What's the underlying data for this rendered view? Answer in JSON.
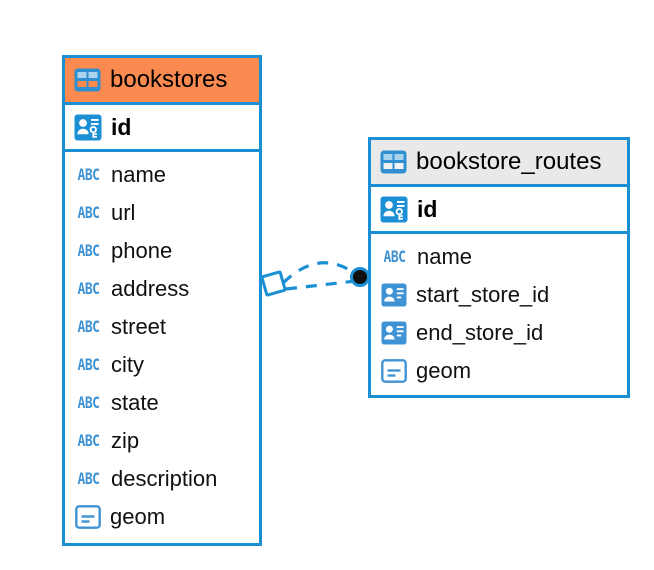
{
  "diagram": {
    "type": "entity-relationship-diagram",
    "background_color": "#ffffff",
    "accent_color": "#1a8fd4",
    "highlight_color": "#fb8a50",
    "header_grey": "#e9e9e9"
  },
  "entities": [
    {
      "name": "bookstores",
      "header_style": "accent-orange",
      "table_icon": "table-icon",
      "primary_key": {
        "label": "id",
        "icon": "primary-key-icon"
      },
      "fields": [
        {
          "label": "name",
          "icon": "text-type-icon",
          "type_glyph": "ABC"
        },
        {
          "label": "url",
          "icon": "text-type-icon",
          "type_glyph": "ABC"
        },
        {
          "label": "phone",
          "icon": "text-type-icon",
          "type_glyph": "ABC"
        },
        {
          "label": "address",
          "icon": "text-type-icon",
          "type_glyph": "ABC"
        },
        {
          "label": "street",
          "icon": "text-type-icon",
          "type_glyph": "ABC"
        },
        {
          "label": "city",
          "icon": "text-type-icon",
          "type_glyph": "ABC"
        },
        {
          "label": "state",
          "icon": "text-type-icon",
          "type_glyph": "ABC"
        },
        {
          "label": "zip",
          "icon": "text-type-icon",
          "type_glyph": "ABC"
        },
        {
          "label": "description",
          "icon": "text-type-icon",
          "type_glyph": "ABC"
        },
        {
          "label": "geom",
          "icon": "geometry-type-icon",
          "type_glyph": ""
        }
      ]
    },
    {
      "name": "bookstore_routes",
      "header_style": "accent-grey",
      "table_icon": "table-icon",
      "primary_key": {
        "label": "id",
        "icon": "primary-key-icon"
      },
      "fields": [
        {
          "label": "name",
          "icon": "text-type-icon",
          "type_glyph": "ABC"
        },
        {
          "label": "start_store_id",
          "icon": "foreign-key-icon",
          "type_glyph": ""
        },
        {
          "label": "end_store_id",
          "icon": "foreign-key-icon",
          "type_glyph": ""
        },
        {
          "label": "geom",
          "icon": "geometry-type-icon",
          "type_glyph": ""
        }
      ]
    }
  ],
  "relationship": {
    "from_entity": "bookstores",
    "to_entity": "bookstore_routes",
    "line_style": "dashed",
    "line_color": "#1a8fd4",
    "source_marker": "diamond-marker",
    "target_marker": "filled-circle-marker",
    "cardinality_lines": 2
  }
}
